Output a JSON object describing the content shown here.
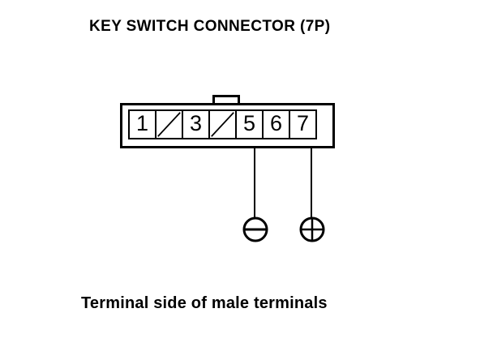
{
  "title": "KEY SWITCH CONNECTOR (7P)",
  "caption": "Terminal side of male terminals",
  "connector": {
    "cells": [
      {
        "label": "1",
        "blocked": false
      },
      {
        "label": "",
        "blocked": true
      },
      {
        "label": "3",
        "blocked": false
      },
      {
        "label": "",
        "blocked": true
      },
      {
        "label": "5",
        "blocked": false
      },
      {
        "label": "6",
        "blocked": false
      },
      {
        "label": "7",
        "blocked": false
      }
    ],
    "probes": [
      {
        "terminal": "5",
        "symbol": "minus"
      },
      {
        "terminal": "7",
        "symbol": "plus"
      }
    ]
  },
  "colors": {
    "line": "#000000",
    "background": "#ffffff"
  }
}
